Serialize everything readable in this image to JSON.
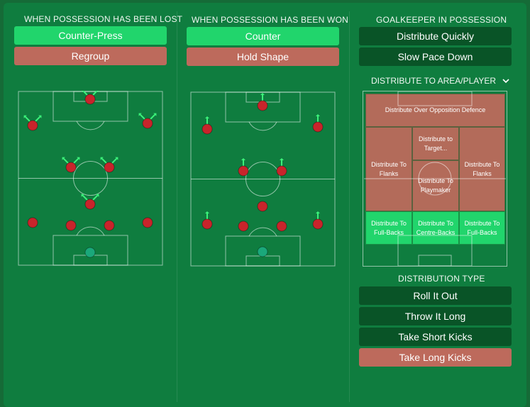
{
  "columns": {
    "lost": {
      "title": "WHEN POSSESSION HAS BEEN LOST",
      "buttons": [
        "Counter-Press",
        "Regroup"
      ]
    },
    "won": {
      "title": "WHEN POSSESSION HAS BEEN WON",
      "buttons": [
        "Counter",
        "Hold Shape"
      ]
    },
    "goalkeeper": {
      "title": "GOALKEEPER IN POSSESSION",
      "buttons": [
        "Distribute Quickly",
        "Slow Pace Down"
      ],
      "distribute_label": "DISTRIBUTE TO AREA/PLAYER",
      "zones": {
        "over_defence": "Distribute Over Opposition Defence",
        "flanks_left": "Distribute To Flanks",
        "target": "Distribute to Target...",
        "playmaker": "Distribute To Playmaker",
        "flanks_right": "Distribute To Flanks",
        "fullbacks_left": "Distribute To Full-Backs",
        "centre_backs": "Distribute To Centre-Backs",
        "fullbacks_right": "Distribute To Full-Backs"
      },
      "distribution_type_label": "DISTRIBUTION TYPE",
      "distribution_types": [
        "Roll It Out",
        "Throw It Long",
        "Take Short Kicks",
        "Take Long Kicks"
      ]
    }
  },
  "colors": {
    "selected": "#21d56c",
    "alternative": "#bd6a5c",
    "unselected": "#095427",
    "player": "#c8242b",
    "goalkeeper": "#1aa87a",
    "arrow": "#3cf27a"
  }
}
